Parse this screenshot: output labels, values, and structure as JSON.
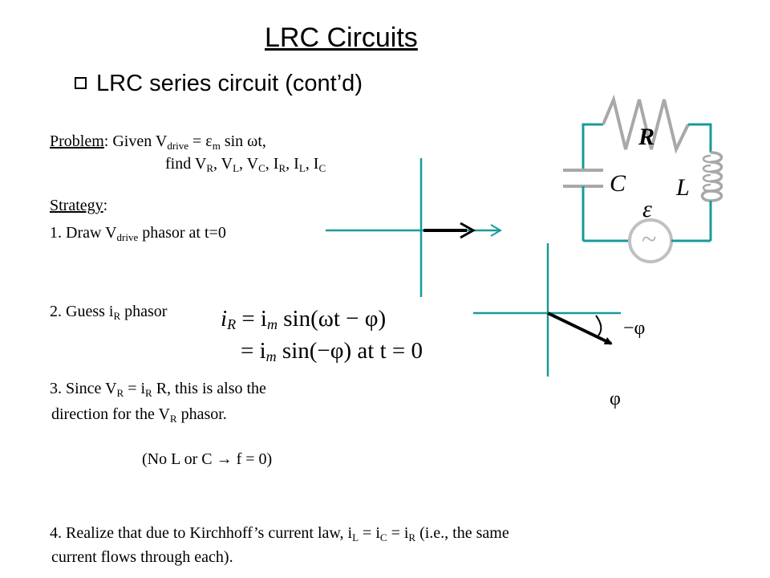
{
  "title": "LRC Circuits",
  "subtitle": "LRC series circuit (cont’d)",
  "problem": {
    "label": "Problem",
    "given": "Given V",
    "drive_sub": "drive",
    "eq": " = ε",
    "m_sub": "m",
    "rest": " sin ωt,",
    "find": "find V",
    "vr_sub": "R",
    "vl": ", V",
    "vl_sub": "L",
    "vc": ", V",
    "vc_sub": "C",
    "ir": ", I",
    "ir_sub": "R",
    "il": ", I",
    "il_sub": "L",
    "ic": ", I",
    "ic_sub": "C"
  },
  "strategy_label": "Strategy",
  "steps": {
    "s1_pre": "1.  Draw V",
    "s1_sub": "drive",
    "s1_post": " phasor at t=0",
    "s2_pre": "2.  Guess i",
    "s2_sub": "R",
    "s2_post": " phasor",
    "s3_a": "3.  Since V",
    "s3_a_sub1": "R",
    "s3_b": " = i",
    "s3_b_sub": "R",
    "s3_c": " R, this is also the",
    "s3_d": "direction for the V",
    "s3_d_sub": "R",
    "s3_e": " phasor.",
    "note": "(No L or C → f = 0)",
    "s4_a": "4.  Realize that due to Kirchhoff’s current law, i",
    "s4_sub1": "L",
    "s4_b": " = i",
    "s4_sub2": "C",
    "s4_c": " = i",
    "s4_sub3": "R",
    "s4_d": " (i.e., the same",
    "s4_e": "current flows through each)."
  },
  "equations": {
    "line1_lhs": "i",
    "line1_lhs_sub": "R",
    "line1_rhs": " = i",
    "line1_rhs_sub": "m",
    "line1_tail": "sin(ωt − φ)",
    "line2_rhs": "= i",
    "line2_rhs_sub": "m",
    "line2_tail": "sin(−φ) at t = 0"
  },
  "phasor_labels": {
    "neg_phi": "−φ",
    "phi": "φ"
  },
  "circuit": {
    "r_label": "R",
    "c_label": "C",
    "l_label": "L",
    "emf_label": "ε",
    "source_symbol": "~"
  },
  "colors": {
    "axis": "#1a9a9a",
    "wire": "#1a9a9a",
    "resistor": "#a8a8a8",
    "source": "#c0c0c0"
  }
}
